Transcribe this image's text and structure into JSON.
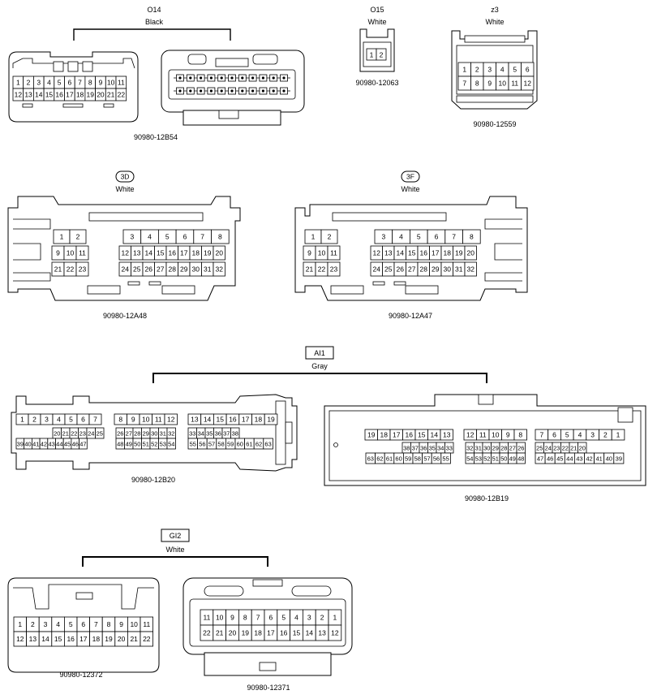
{
  "groups": {
    "o14": {
      "code": "O14",
      "color": "Black",
      "part_left": "90980-12B54"
    },
    "o15": {
      "code": "O15",
      "color": "White",
      "part": "90980-12063",
      "pins": [
        "1",
        "2"
      ]
    },
    "z3": {
      "code": "z3",
      "color": "White",
      "part": "90980-12559",
      "row1": [
        "1",
        "2",
        "3",
        "4",
        "5",
        "6"
      ],
      "row2": [
        "7",
        "8",
        "9",
        "10",
        "11",
        "12"
      ]
    },
    "c3d": {
      "code": "3D",
      "color": "White",
      "part": "90980-12A48"
    },
    "c3f": {
      "code": "3F",
      "color": "White",
      "part": "90980-12A47"
    },
    "ai1": {
      "code": "AI1",
      "color": "Gray",
      "part_left": "90980-12B20",
      "part_right": "90980-12B19"
    },
    "gi2": {
      "code": "GI2",
      "color": "White",
      "part_left": "90980-12372",
      "part_right": "90980-12371"
    }
  },
  "pins": {
    "o14_row1": [
      "1",
      "2",
      "3",
      "4",
      "5",
      "6",
      "7",
      "8",
      "9",
      "10",
      "11"
    ],
    "o14_row2": [
      "12",
      "13",
      "14",
      "15",
      "16",
      "17",
      "18",
      "19",
      "20",
      "21",
      "22"
    ],
    "a48_top_left": [
      "1",
      "2"
    ],
    "a48_mid_left": [
      "9",
      "10",
      "11"
    ],
    "a48_bot_left": [
      "21",
      "22",
      "23"
    ],
    "a48_top_right": [
      "3",
      "4",
      "5",
      "6",
      "7",
      "8"
    ],
    "a48_mid_right": [
      "12",
      "13",
      "14",
      "15",
      "16",
      "17",
      "18",
      "19",
      "20"
    ],
    "a48_bot_right": [
      "24",
      "25",
      "26",
      "27",
      "28",
      "29",
      "30",
      "31",
      "32"
    ],
    "b20_r1_a": [
      "1",
      "2",
      "3",
      "4",
      "5",
      "6",
      "7"
    ],
    "b20_r1_b": [
      "8",
      "9",
      "10",
      "11",
      "12"
    ],
    "b20_r1_c": [
      "13",
      "14",
      "15",
      "16",
      "17",
      "18",
      "19"
    ],
    "b20_r2_a": [
      "20",
      "21",
      "22",
      "23",
      "24",
      "25"
    ],
    "b20_r2_b": [
      "26",
      "27",
      "28",
      "29",
      "30",
      "31",
      "32"
    ],
    "b20_r2_c": [
      "33",
      "34",
      "35",
      "36",
      "37",
      "38"
    ],
    "b20_r3_a": [
      "39",
      "40",
      "41",
      "42",
      "43",
      "44",
      "45",
      "46",
      "47"
    ],
    "b20_r3_b": [
      "48",
      "49",
      "50",
      "51",
      "52",
      "53",
      "54"
    ],
    "b20_r3_c": [
      "55",
      "56",
      "57",
      "58",
      "59",
      "60",
      "61",
      "62",
      "63"
    ],
    "b19_r1_a": [
      "19",
      "18",
      "17",
      "16",
      "15",
      "14",
      "13"
    ],
    "b19_r1_b": [
      "12",
      "11",
      "10",
      "9",
      "8"
    ],
    "b19_r1_c": [
      "7",
      "6",
      "5",
      "4",
      "3",
      "2",
      "1"
    ],
    "b19_r2_a": [
      "38",
      "37",
      "36",
      "35",
      "34",
      "33"
    ],
    "b19_r2_b": [
      "32",
      "31",
      "30",
      "29",
      "28",
      "27",
      "26"
    ],
    "b19_r2_c": [
      "25",
      "24",
      "23",
      "22",
      "21",
      "20"
    ],
    "b19_r3_a": [
      "63",
      "62",
      "61",
      "60",
      "59",
      "58",
      "57",
      "56",
      "55"
    ],
    "b19_r3_b": [
      "54",
      "53",
      "52",
      "51",
      "50",
      "49",
      "48"
    ],
    "b19_r3_c": [
      "47",
      "46",
      "45",
      "44",
      "43",
      "42",
      "41",
      "40",
      "39"
    ],
    "c372_row1": [
      "1",
      "2",
      "3",
      "4",
      "5",
      "6",
      "7",
      "8",
      "9",
      "10",
      "11"
    ],
    "c372_row2": [
      "12",
      "13",
      "14",
      "15",
      "16",
      "17",
      "18",
      "19",
      "20",
      "21",
      "22"
    ],
    "c371_row1": [
      "11",
      "10",
      "9",
      "8",
      "7",
      "6",
      "5",
      "4",
      "3",
      "2",
      "1"
    ],
    "c371_row2": [
      "22",
      "21",
      "20",
      "19",
      "18",
      "17",
      "16",
      "15",
      "14",
      "13",
      "12"
    ]
  }
}
